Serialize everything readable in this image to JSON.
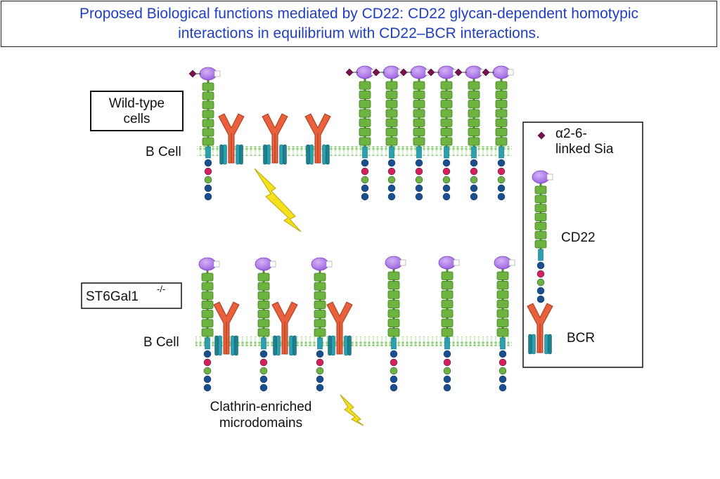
{
  "title": {
    "line1": "Proposed Biological functions mediated by CD22: CD22 glycan-dependent homotypic",
    "line2": "interactions in equilibrium with CD22–BCR interactions."
  },
  "panels": {
    "wild_type": {
      "label_line1": "Wild-type",
      "label_line2": "cells",
      "cell_label": "B Cell"
    },
    "st6gal1": {
      "label": "ST6Gal1",
      "superscript": "-/-",
      "cell_label": "B Cell"
    },
    "clathrin_label_line1": "Clathrin-enriched",
    "clathrin_label_line2": "microdomains"
  },
  "legend": {
    "sia_line1": "α2-6-",
    "sia_line2": "linked Sia",
    "cd22": "CD22",
    "bcr": "BCR"
  },
  "colors": {
    "title": "#1f3fbf",
    "cd22_domain": "#6db33f",
    "cd22_head": "#a86ee6",
    "tm": "#2aa0b0",
    "bcr": "#e8603c",
    "sia": "#7a1050",
    "itim_pink": "#d81e5b",
    "itim_blue": "#1a4f8f",
    "membrane": "#8fd17a",
    "lightning": "#f4e11c"
  },
  "icons": [
    "sialic-acid-diamond-icon",
    "cd22-receptor-icon",
    "bcr-receptor-icon",
    "lightning-signal-icon"
  ]
}
